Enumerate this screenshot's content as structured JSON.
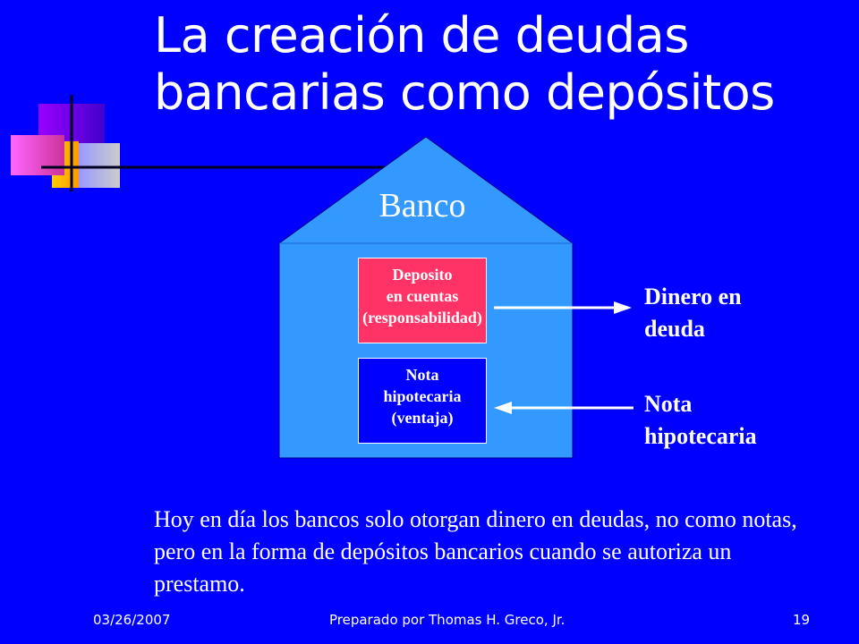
{
  "slide": {
    "title_line1": "La creación de deudas",
    "title_line2": "bancarias como depósitos",
    "house_label": "Banco",
    "deposit_box": {
      "line1": "Deposito",
      "line2": "en cuentas",
      "line3": "(responsabilidad)"
    },
    "note_box": {
      "line1": "Nota",
      "line2": "hipotecaria",
      "line3": "(ventaja)"
    },
    "money_label": {
      "line1": "Dinero en",
      "line2": "deuda"
    },
    "note_label": {
      "line1": "Nota",
      "line2": "hipotecaria"
    },
    "body_text": "Hoy en día los bancos solo otorgan dinero en deudas, no como notas, pero en la forma de depósitos bancarios cuando se autoriza un prestamo.",
    "footer": {
      "date": "03/26/2007",
      "author": "Preparado por Thomas H. Greco, Jr.",
      "page": "19"
    }
  },
  "colors": {
    "background": "#0000FF",
    "house": "#3399FF",
    "deposit_box": "#FF3366",
    "text": "#FFFFFF"
  },
  "icons": [
    "arrow-right-icon",
    "arrow-left-icon",
    "decorative-squares-icon"
  ]
}
